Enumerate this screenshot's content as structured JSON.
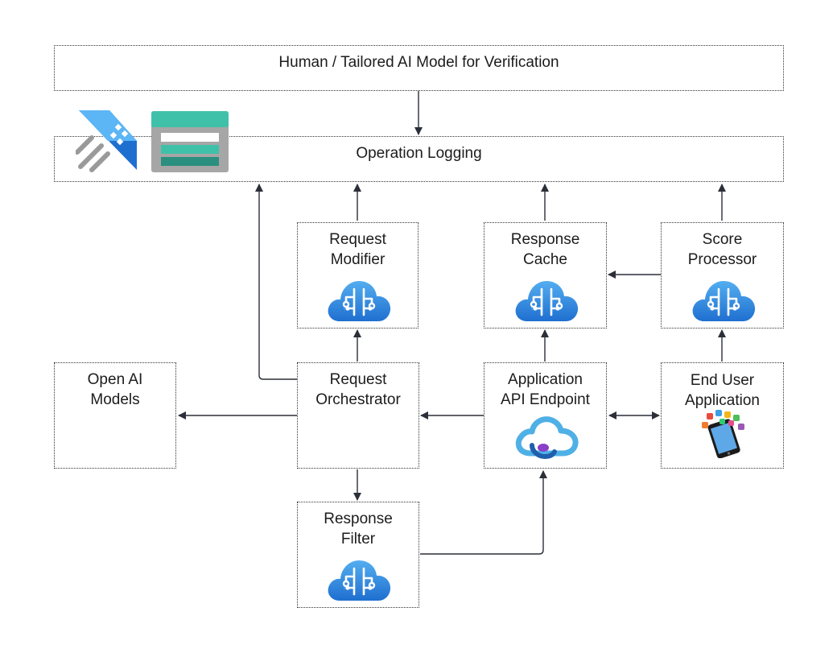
{
  "diagram": {
    "verification_label": "Human / Tailored AI Model for Verification",
    "logging_label": "Operation Logging",
    "nodes": {
      "request_modifier": "Request\nModifier",
      "response_cache": "Response\nCache",
      "score_processor": "Score\nProcessor",
      "open_ai_models": "Open AI\nModels",
      "request_orchestrator": "Request\nOrchestrator",
      "api_endpoint": "Application\nAPI Endpoint",
      "end_user_app": "End User\nApplication",
      "response_filter": "Response\nFilter"
    },
    "icons": {
      "logging_primary": "analytics-workspace-icon",
      "logging_secondary": "storage-table-icon",
      "ai_service": "cognitive-services-cloud-icon",
      "api_management": "api-management-cloud-icon",
      "end_user": "smartphone-apps-icon"
    },
    "colors": {
      "border": "#333333",
      "arrow": "#2b2f38",
      "cloud_light": "#54aef0",
      "cloud_dark": "#1f6fd0",
      "teal": "#3fc1a9",
      "teal_dark": "#2a8f7e"
    }
  }
}
